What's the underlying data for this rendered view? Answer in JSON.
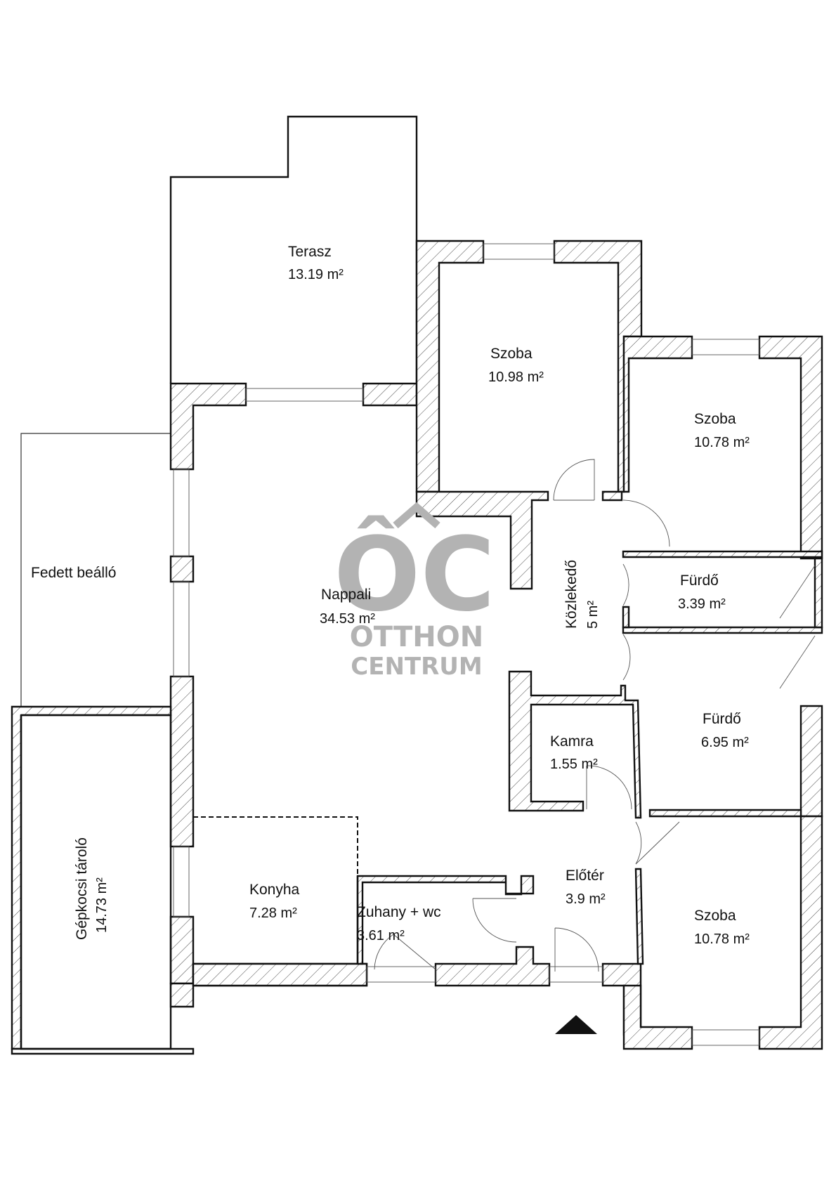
{
  "plan": {
    "type": "floor-plan",
    "unit": "m²",
    "rooms": [
      {
        "id": "terasz",
        "name": "Terasz",
        "area": "13.19 m²"
      },
      {
        "id": "szoba1",
        "name": "Szoba",
        "area": "10.98 m²"
      },
      {
        "id": "szoba2",
        "name": "Szoba",
        "area": "10.78 m²"
      },
      {
        "id": "fedett",
        "name": "Fedett beálló",
        "area": ""
      },
      {
        "id": "nappali",
        "name": "Nappali",
        "area": "34.53 m²"
      },
      {
        "id": "kozlekedo",
        "name": "Közlekedő",
        "area": "5 m²"
      },
      {
        "id": "furdo1",
        "name": "Fürdő",
        "area": "3.39 m²"
      },
      {
        "id": "kamra",
        "name": "Kamra",
        "area": "1.55 m²"
      },
      {
        "id": "furdo2",
        "name": "Fürdő",
        "area": "6.95 m²"
      },
      {
        "id": "gepkocsi",
        "name": "Gépkocsi tároló",
        "area": "14.73 m²"
      },
      {
        "id": "konyha",
        "name": "Konyha",
        "area": "7.28 m²"
      },
      {
        "id": "zuhany",
        "name": "Zuhany + wc",
        "area": "3.61 m²"
      },
      {
        "id": "eloter",
        "name": "Előtér",
        "area": "3.9 m²"
      },
      {
        "id": "szoba3",
        "name": "Szoba",
        "area": "10.78 m²"
      }
    ],
    "entrance_marker": "triangle-up-icon"
  },
  "watermark": {
    "logo": "ÔC",
    "line1": "OTTHON",
    "line2": "CENTRUM",
    "color": "#b3b3b3"
  },
  "colors": {
    "wall_stroke": "#111111",
    "background": "#ffffff"
  }
}
